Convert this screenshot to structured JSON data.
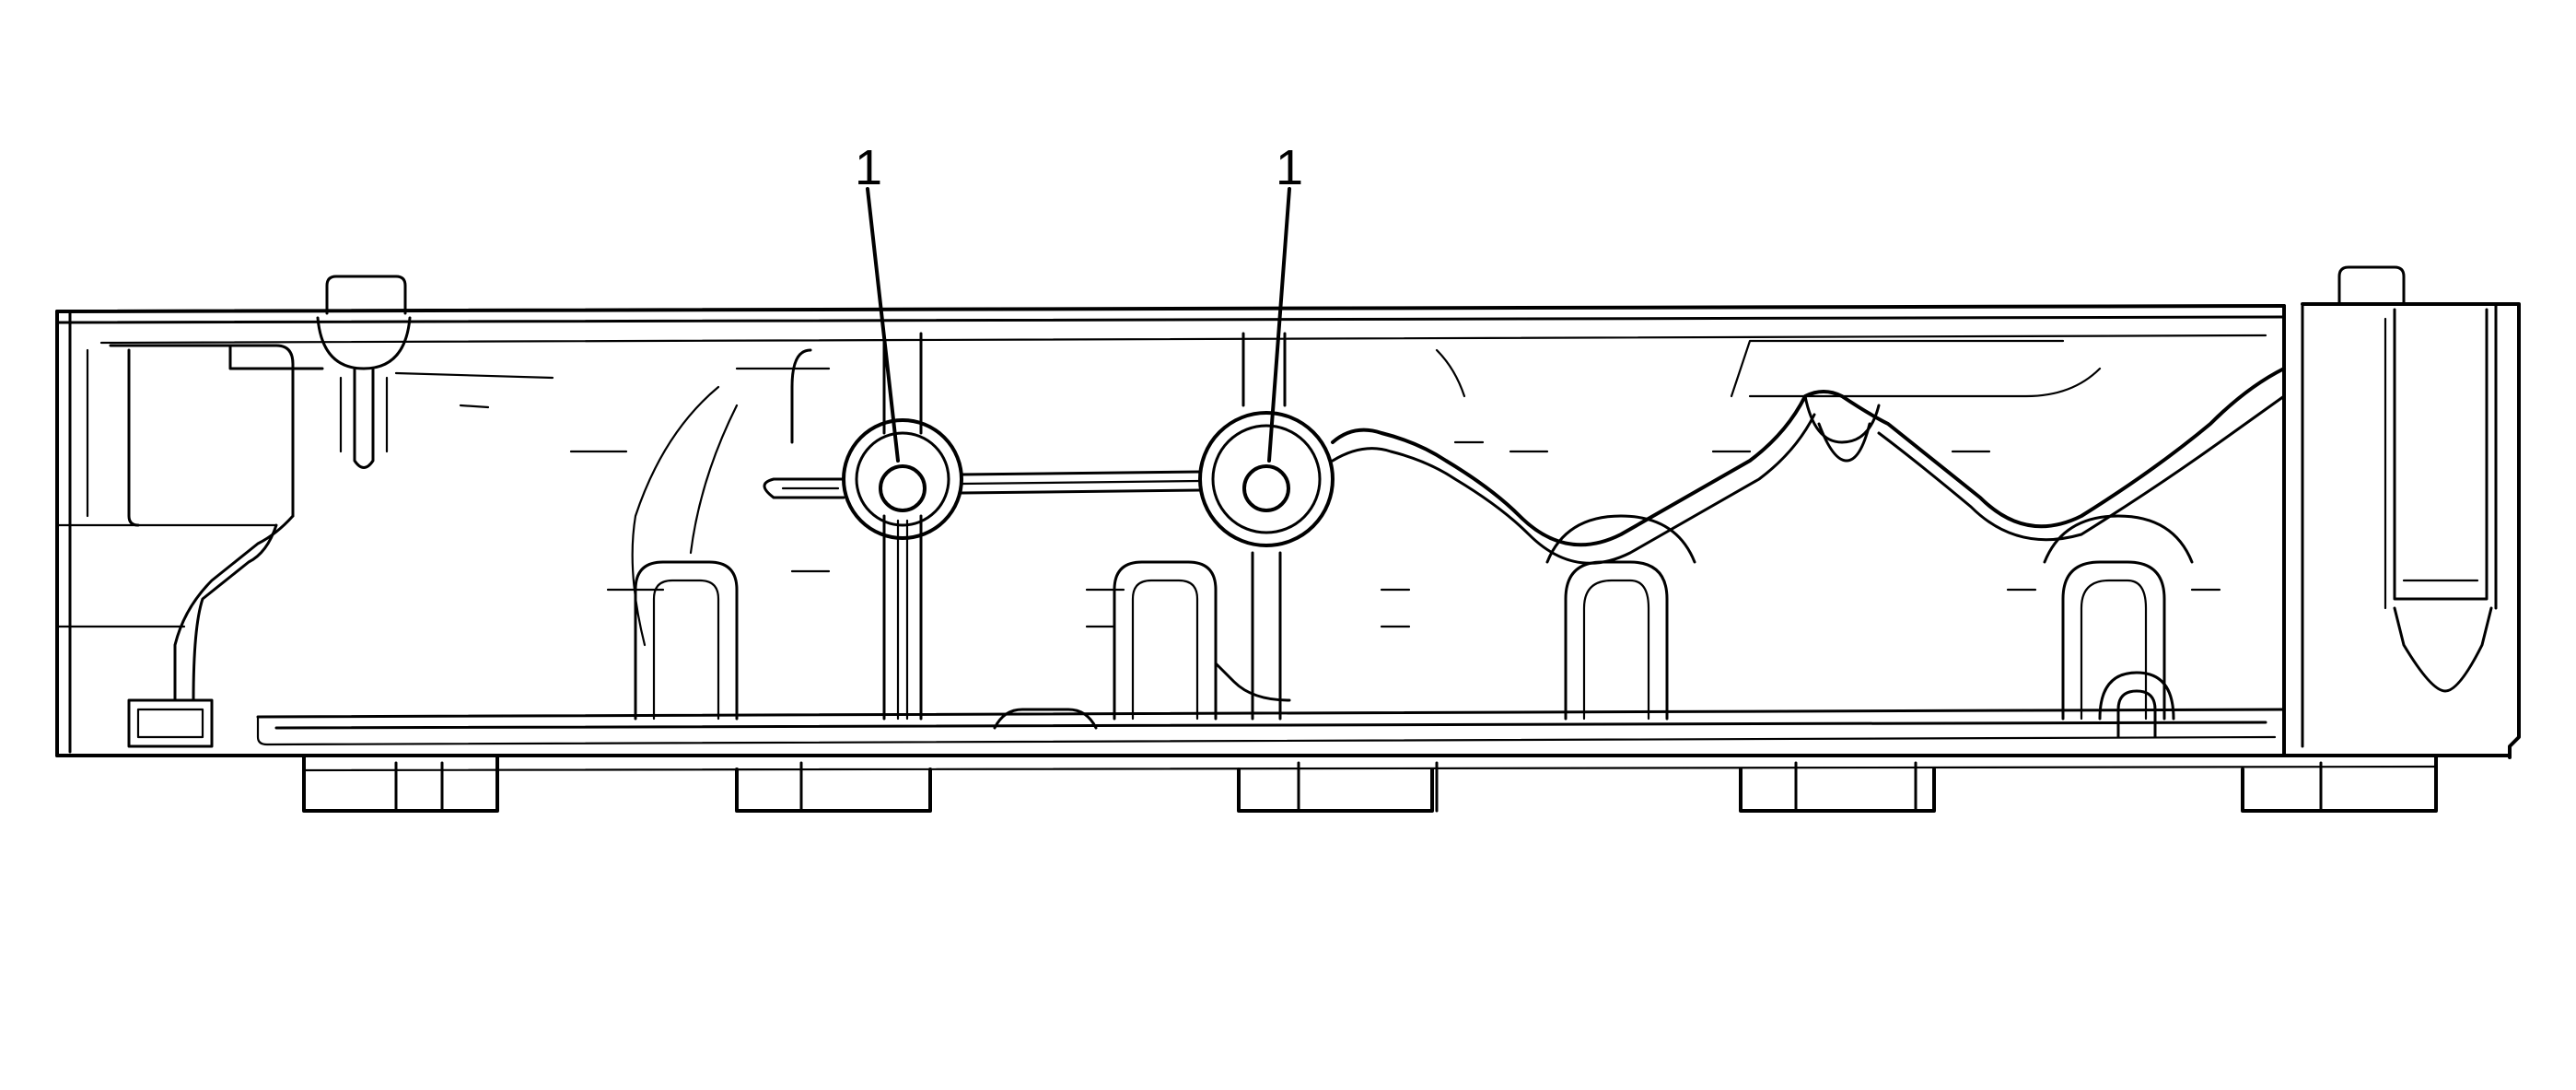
{
  "diagram": {
    "callouts": [
      {
        "label": "1",
        "target": "left-plug-bore"
      },
      {
        "label": "1",
        "target": "right-plug-bore"
      }
    ],
    "colors": {
      "line": "#000000",
      "background": "#ffffff"
    }
  }
}
